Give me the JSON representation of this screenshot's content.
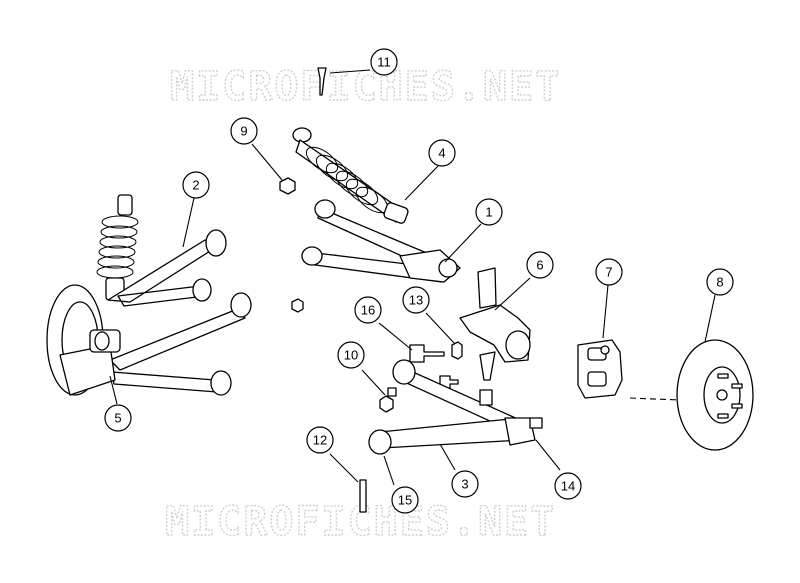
{
  "watermark": {
    "top": "MICROFICHES.NET",
    "bottom": "MICROFICHES.NET"
  },
  "callouts": [
    "1",
    "2",
    "3",
    "4",
    "5",
    "6",
    "7",
    "8",
    "9",
    "10",
    "11",
    "12",
    "13",
    "14",
    "15",
    "16"
  ]
}
